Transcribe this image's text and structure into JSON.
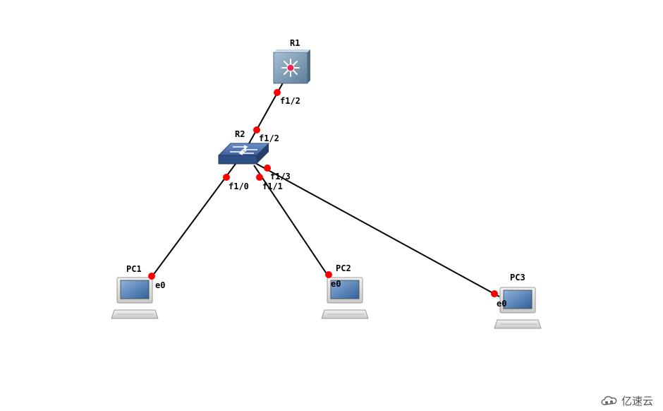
{
  "nodes": {
    "r1": {
      "label": "R1",
      "type": "router"
    },
    "r2": {
      "label": "R2",
      "type": "switch"
    },
    "pc1": {
      "label": "PC1",
      "type": "pc"
    },
    "pc2": {
      "label": "PC2",
      "type": "pc"
    },
    "pc3": {
      "label": "PC3",
      "type": "pc"
    }
  },
  "links": [
    {
      "from": "R1",
      "from_port": "f1/2",
      "to": "R2",
      "to_port": "f1/2"
    },
    {
      "from": "R2",
      "from_port": "f1/0",
      "to": "PC1",
      "to_port": "e0"
    },
    {
      "from": "R2",
      "from_port": "f1/1",
      "to": "PC2",
      "to_port": "e0"
    },
    {
      "from": "R2",
      "from_port": "f1/3",
      "to": "PC3",
      "to_port": "e0"
    }
  ],
  "ports": {
    "r1_f12": "f1/2",
    "r2_f12": "f1/2",
    "r2_f10": "f1/0",
    "r2_f11": "f1/1",
    "r2_f13": "f1/3",
    "pc1_e0": "e0",
    "pc2_e0": "e0",
    "pc3_e0": "e0"
  },
  "watermark": {
    "text": "亿速云"
  },
  "colors": {
    "link": "#000000",
    "port": "#ff0000",
    "router": "#7f9cb4",
    "switch": "#4a6fa5"
  }
}
